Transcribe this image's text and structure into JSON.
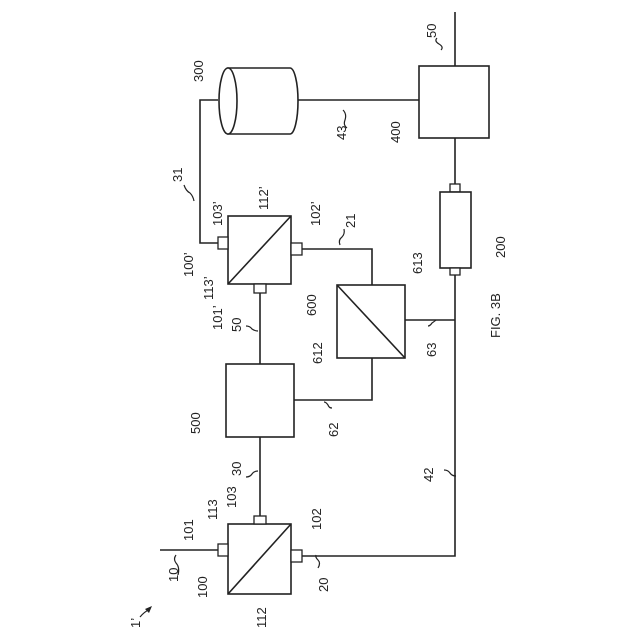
{
  "figure": {
    "caption": "FIG. 3B",
    "system_ref": "1’"
  },
  "labels": {
    "l10": "10",
    "l20": "20",
    "l21": "21",
    "l30": "30",
    "l31": "31",
    "l42": "42",
    "l43": "43",
    "l50_top": "50",
    "l50_mid": "50",
    "l62": "62",
    "l63": "63",
    "l100": "100",
    "l101": "101",
    "l102": "102",
    "l103": "103",
    "l112": "112",
    "l113": "113",
    "l100p": "100’",
    "l101p": "101’",
    "l102p": "102’",
    "l103p": "103’",
    "l112p": "112’",
    "l113p": "113’",
    "l200": "200",
    "l300": "300",
    "l400": "400",
    "l500": "500",
    "l600": "600",
    "l612": "612",
    "l613": "613"
  }
}
